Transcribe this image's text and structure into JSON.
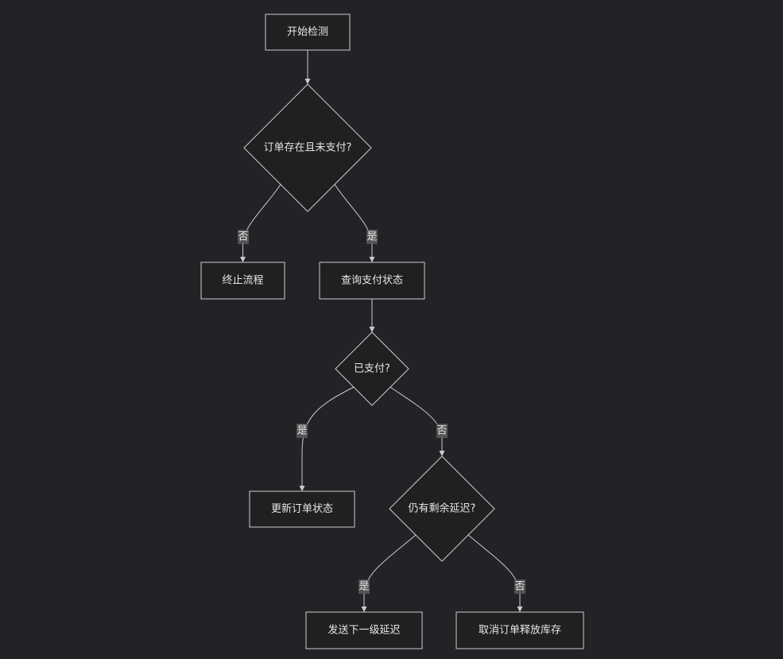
{
  "colors": {
    "background": "#222326",
    "node_fill": "#1f2020",
    "node_stroke": "#cccccc",
    "text": "#e6e6e6",
    "edge": "#cccccc",
    "edge_label_bg": "#585858"
  },
  "nodes": {
    "start": "开始检测",
    "order_check": "订单存在且未支付?",
    "terminate": "终止流程",
    "query_payment": "查询支付状态",
    "is_paid": "已支付?",
    "update_order": "更新订单状态",
    "delay_remaining": "仍有剩余延迟?",
    "send_next_delay": "发送下一级延迟",
    "cancel_release": "取消订单释放库存"
  },
  "edge_labels": {
    "order_check_no": "否",
    "order_check_yes": "是",
    "is_paid_yes": "是",
    "is_paid_no": "否",
    "delay_yes": "是",
    "delay_no": "否"
  }
}
